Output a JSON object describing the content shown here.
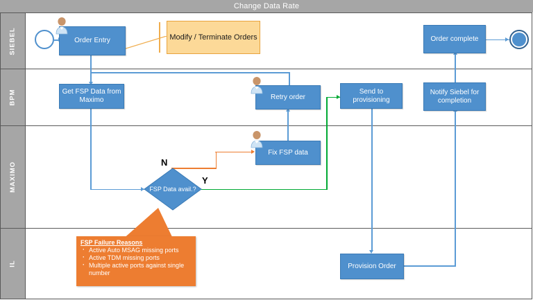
{
  "title": "Change Data Rate",
  "lanes": [
    {
      "id": "siebel",
      "label": "SIEBEL"
    },
    {
      "id": "bpm",
      "label": "BPM"
    },
    {
      "id": "maximo",
      "label": "MAXIMO"
    },
    {
      "id": "il",
      "label": "IL"
    }
  ],
  "nodes": {
    "order_entry": "Order Entry",
    "modify_terminate": "Modify / Terminate Orders",
    "order_complete": "Order complete",
    "get_fsp_data": "Get FSP Data from Maximo",
    "retry_order": "Retry order",
    "send_to_provisioning": "Send to provisioning",
    "notify_siebel": "Notify Siebel for completion",
    "fix_fsp_data": "Fix FSP data",
    "decision": "FSP Data avail.?",
    "provision_order": "Provision Order"
  },
  "branch_labels": {
    "no": "N",
    "yes": "Y"
  },
  "callout": {
    "heading": "FSP Failure Reasons",
    "items": [
      "Active Auto MSAG missing ports",
      "Active TDM missing ports",
      "Multiple active ports against single number"
    ]
  },
  "colors": {
    "task_fill": "#4f90cd",
    "note_fill": "#fcd998",
    "note_border": "#e8a33d",
    "callout_fill": "#ed7d31",
    "lane_header": "#a6a6a6",
    "connector_blue": "#5b9bd5",
    "connector_orange": "#ed7d31",
    "connector_green": "#00a933",
    "title_bar": "#a6a6a6"
  },
  "icons": {
    "person": "user-icon",
    "start": "start-event-icon",
    "end": "end-event-icon"
  }
}
